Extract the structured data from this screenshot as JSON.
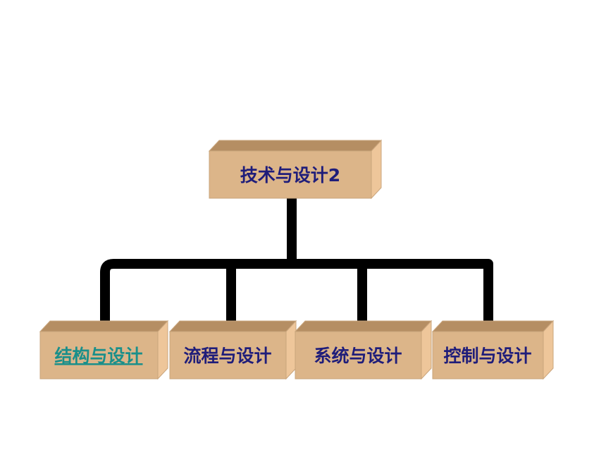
{
  "root": {
    "label": "技术与设计2"
  },
  "children": [
    {
      "label": "结构与设计",
      "is_link": true
    },
    {
      "label": "流程与设计",
      "is_link": false
    },
    {
      "label": "系统与设计",
      "is_link": false
    },
    {
      "label": "控制与设计",
      "is_link": false
    }
  ],
  "colors": {
    "box_front": "#dcb589",
    "box_top": "#b58e63",
    "box_side": "#eec69a",
    "box_stroke": "#c9a57c",
    "connector": "#000000",
    "label_text": "#1f1d7a",
    "link_text": "#1a8f8a"
  }
}
